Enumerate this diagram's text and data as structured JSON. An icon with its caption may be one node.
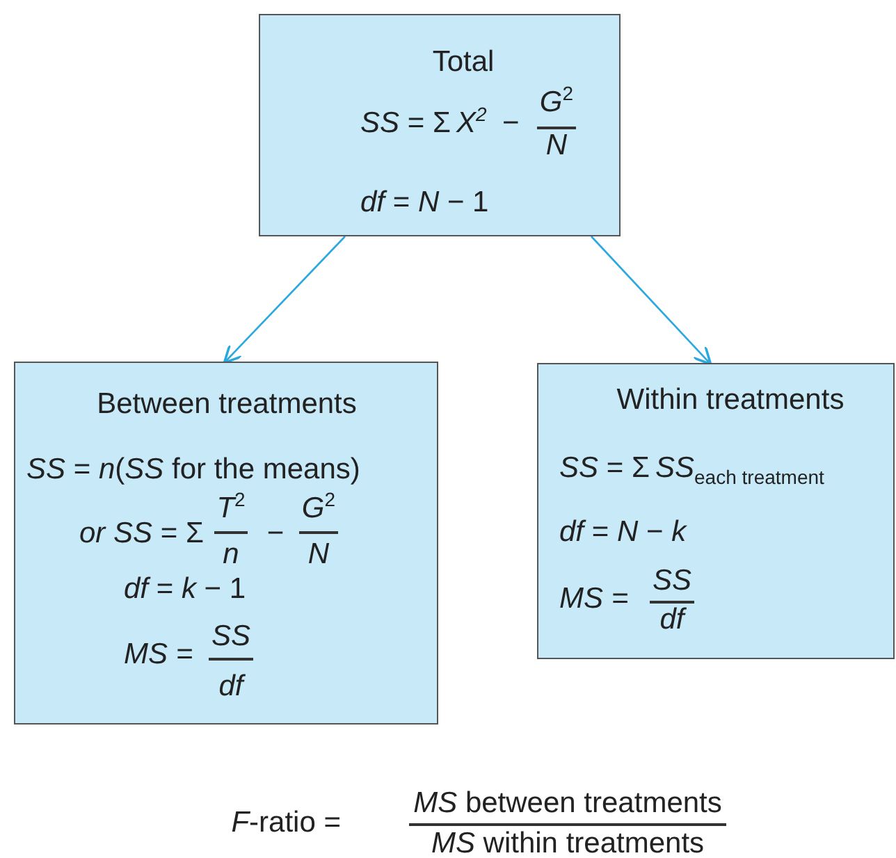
{
  "diagram": {
    "nodes": [
      {
        "text": [
          "Total",
          "*SS* = Σ",
          "X$^{2}$",
          "−",
          "*G*$^{2}$",
          "N",
          "*df* = *N* − 1"
        ]
      },
      {
        "text": [
          "Between treatments",
          "*SS* = *n*(*SS* for the means)",
          "*or SS* = Σ",
          "*T*$^{2}$",
          "n",
          "−",
          "*G*$^{2}$",
          "N",
          "*df* = *k* − 1",
          "MS =",
          "SS",
          "df"
        ]
      },
      {
        "text": [
          "Within treatments",
          "*SS* = Σ",
          "SS$_{each treatment}$",
          "*df* = *N* − *k*",
          "MS =",
          "SS",
          "df"
        ]
      }
    ],
    "edges": [
      {
        "from": 0,
        "to": 1,
        "arrow": "to"
      },
      {
        "from": 0,
        "to": 2,
        "arrow": "to"
      }
    ],
    "labels": [
      "*F*-ratio =",
      "*MS* between treatments",
      "*MS* within treatments"
    ]
  }
}
